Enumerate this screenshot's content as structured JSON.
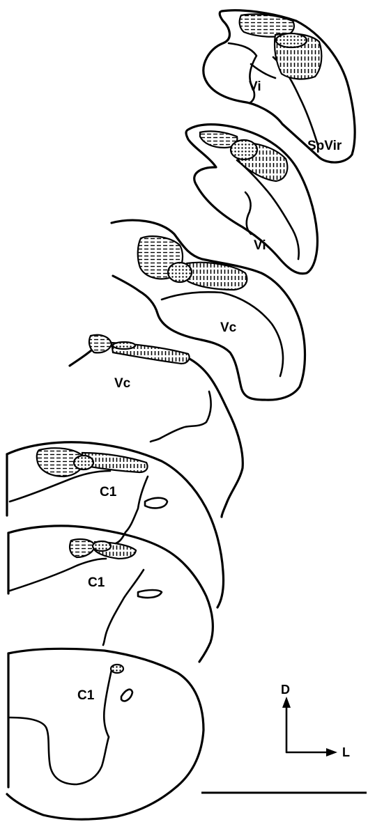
{
  "labels": {
    "vi_top": "Vi",
    "spvir": "SpVir",
    "vi_second": "Vi",
    "vc_third": "Vc",
    "vc_fourth": "Vc",
    "c1_fifth": "C1",
    "c1_sixth": "C1",
    "c1_seventh": "C1"
  },
  "axes": {
    "dorsal": "D",
    "lateral": "L"
  },
  "colors": {
    "ink": "#000000",
    "background": "#ffffff"
  },
  "patterns": [
    "horizontal-dashes",
    "dots",
    "vertical-dashes"
  ]
}
